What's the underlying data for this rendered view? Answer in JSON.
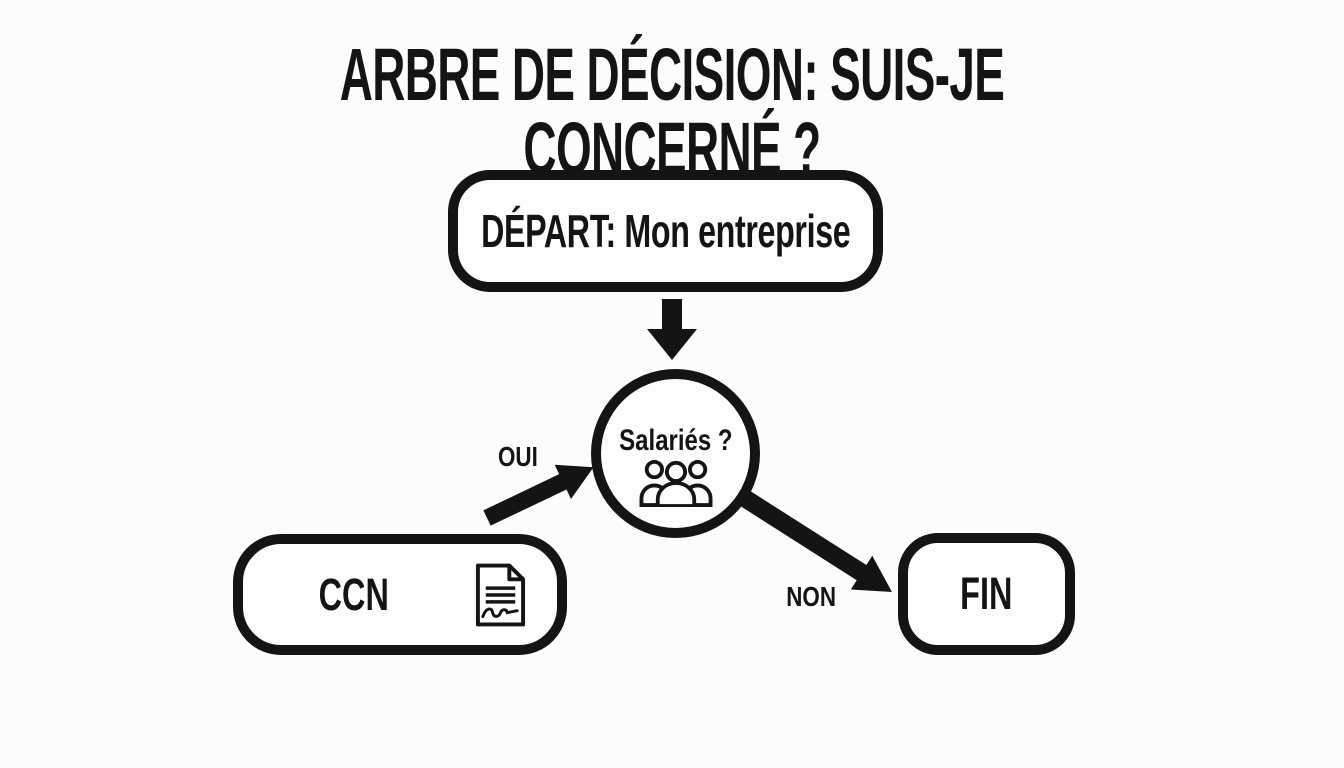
{
  "title": "ARBRE DE DÉCISION: SUIS-JE CONCERNÉ ?",
  "colors": {
    "background": "#fcfcfd",
    "ink": "#141414"
  },
  "nodes": {
    "depart": {
      "label": "DÉPART: Mon entreprise",
      "shape": "rounded-rect"
    },
    "salaries": {
      "label": "Salariés ?",
      "shape": "circle",
      "icon": "people-group-icon"
    },
    "ccn": {
      "label": "CCN",
      "shape": "rounded-rect",
      "icon": "signed-document-icon"
    },
    "fin": {
      "label": "FIN",
      "shape": "rounded-rect"
    }
  },
  "edges": {
    "depart_to_salaries": {
      "from": "depart",
      "to": "salaries",
      "label": ""
    },
    "oui": {
      "from": "ccn",
      "to": "salaries",
      "label": "OUI"
    },
    "non": {
      "from": "salaries",
      "to": "fin",
      "label": "NON"
    }
  }
}
